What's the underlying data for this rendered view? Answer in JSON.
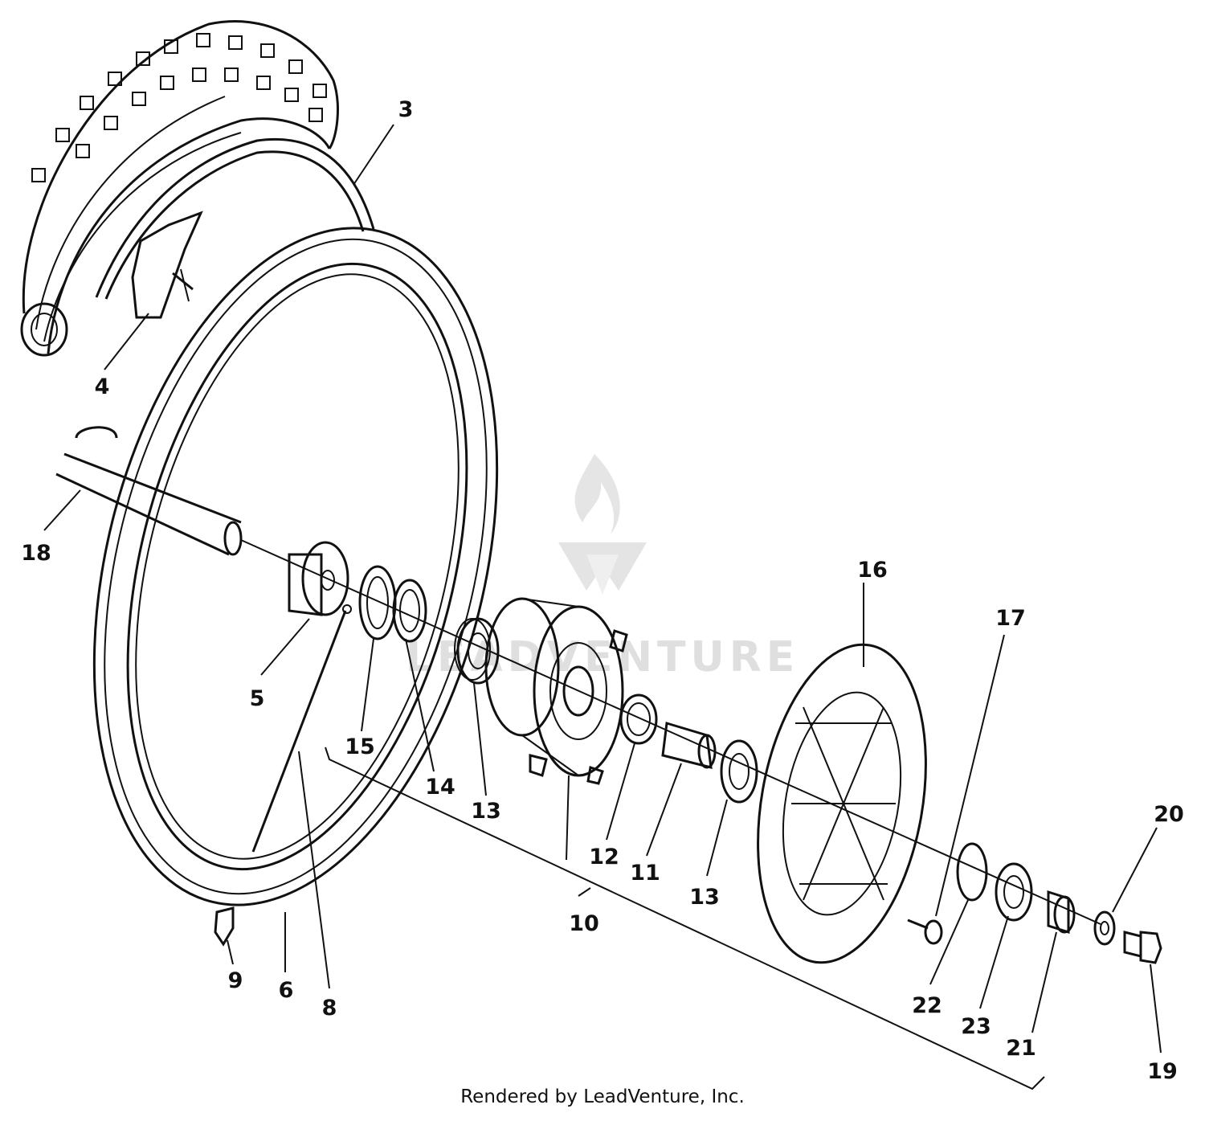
{
  "watermark": {
    "text": "LEADVENTURE"
  },
  "footer": {
    "text": "Rendered by LeadVenture, Inc."
  },
  "callouts": [
    {
      "id": "3",
      "label": "3"
    },
    {
      "id": "4",
      "label": "4"
    },
    {
      "id": "18",
      "label": "18"
    },
    {
      "id": "5",
      "label": "5"
    },
    {
      "id": "15",
      "label": "15"
    },
    {
      "id": "14",
      "label": "14"
    },
    {
      "id": "13a",
      "label": "13"
    },
    {
      "id": "12",
      "label": "12"
    },
    {
      "id": "11",
      "label": "11"
    },
    {
      "id": "13b",
      "label": "13"
    },
    {
      "id": "16",
      "label": "16"
    },
    {
      "id": "17",
      "label": "17"
    },
    {
      "id": "10",
      "label": "10"
    },
    {
      "id": "9",
      "label": "9"
    },
    {
      "id": "6",
      "label": "6"
    },
    {
      "id": "8",
      "label": "8"
    },
    {
      "id": "22",
      "label": "22"
    },
    {
      "id": "23",
      "label": "23"
    },
    {
      "id": "21",
      "label": "21"
    },
    {
      "id": "20",
      "label": "20"
    },
    {
      "id": "19",
      "label": "19"
    }
  ]
}
